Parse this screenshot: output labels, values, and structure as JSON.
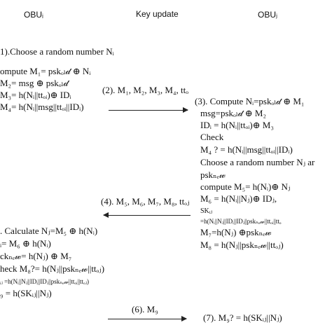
{
  "header": {
    "left_entity": "OBUᵢ",
    "title": "Key update",
    "right_entity": "OBUⱼ"
  },
  "left": {
    "step1": "1).Choose a random number Nᵢ",
    "compute": "ompute M₁= pskₒₗ𝒹 ⊕ Nᵢ",
    "m2": "M₂= msg ⊕ pskₒₗ𝒹",
    "m3": "M₃= h(Nᵢ||ttₒᵢ)⊕ IDᵢ",
    "m4": "M₄= h(Nᵢ||msg||ttₒᵢ||IDᵢ)",
    "step5": ". Calculate Nⱼ=M₅ ⊕ h(Nᵢ)",
    "nj_line": "ᵢ= M₆ ⊕ h(Nᵢ)",
    "psk_new": "ckₙₑ𝓌= h(Nⱼ) ⊕ M₇",
    "check_m8": "heck M₈?= h(Nⱼ||pskₙₑ𝓌||ttₒⱼ)",
    "sk": "ᵢⱼ =h(Nᵢ||Nⱼ||IDᵢ||IDⱼ||pskₙₑ𝓌||ttₒᵢ||ttₒⱼ)",
    "m9": "₉ = h(SKᵢⱼ||Nⱼ)"
  },
  "arrows": {
    "a2": "(2). M₁, M₂, M₃, M₄, ttₒ",
    "a4": "(4). M₅, M₆, M₇, M₈, ttₒⱼ",
    "a6": "(6). M₉"
  },
  "right": {
    "step3": "(3). Compute Nᵢ=pskₒₗ𝒹 ⊕ M₁",
    "msg": "msg=pskₒₗ𝒹 ⊕ M₂",
    "idi": "IDᵢ = h(Nᵢ||ttₒᵢ)⊕ M₃",
    "check": "Check",
    "m4check": "M₄ ? = h(Nᵢ||msg||ttₒᵢ||IDᵢ)",
    "choose": "Choose a random number Nⱼ ar",
    "psknew": "pskₙₑ𝓌",
    "compute_m5": "compute M₅= h(Nᵢ)⊕ Nⱼ",
    "m6": "M₆ = h(Nᵢ||Nⱼ)⊕ IDⱼ,",
    "sk_label": "SKᵢⱼ",
    "sk_formula": "=h(Nᵢ||Nⱼ||IDᵢ||IDⱼ||pskₙₑ𝓌||ttₒᵢ||ttₒ",
    "m7": "M₇=h(Nⱼ) ⊕pskₙₑ𝓌",
    "m8": "M₈ = h(Nⱼ||pskₙₑ𝓌||ttₒⱼ)",
    "step7": "(7). M₉? = h(SKᵢⱼ||Nⱼ)"
  }
}
